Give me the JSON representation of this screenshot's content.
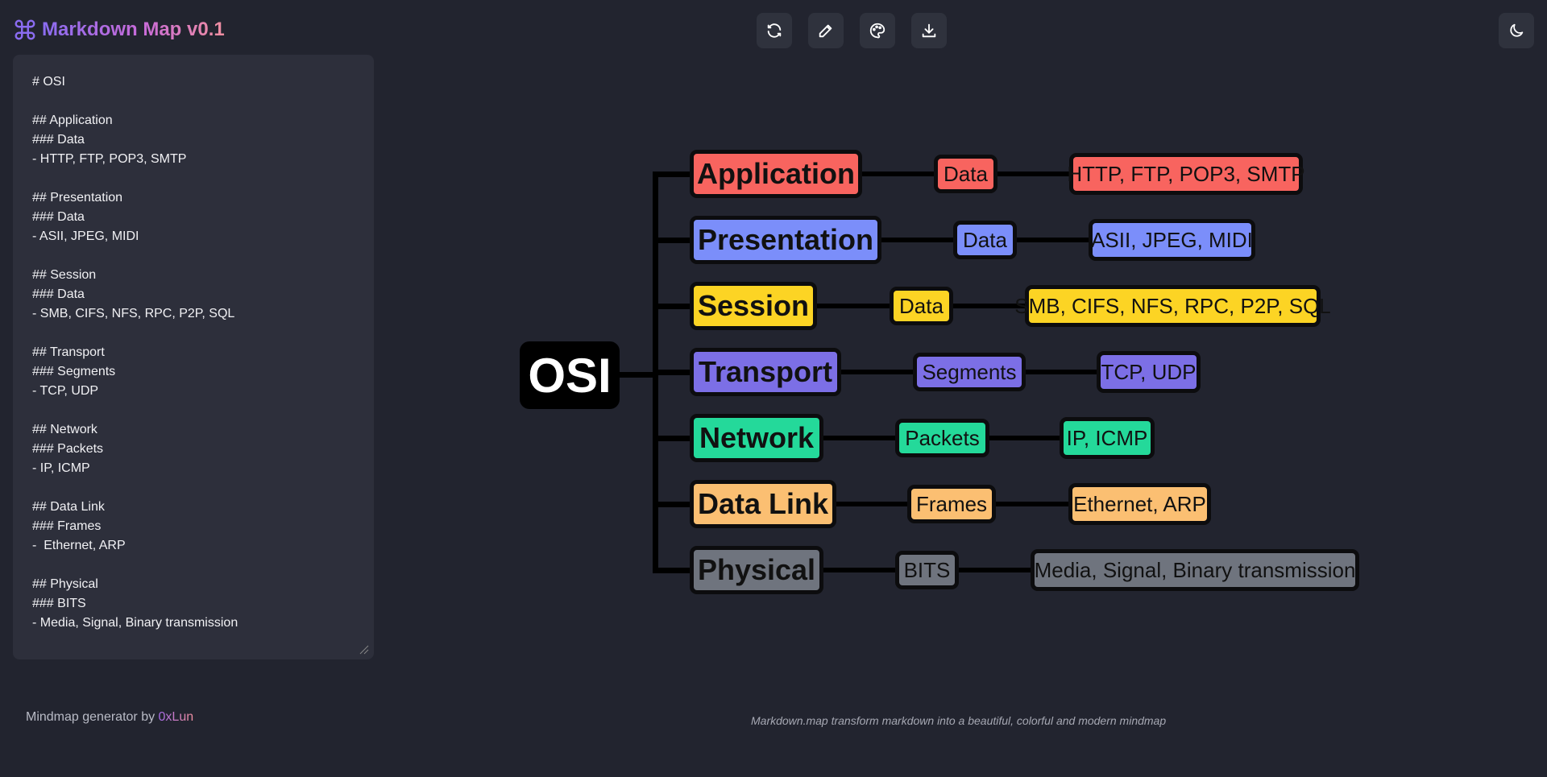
{
  "header": {
    "app_title": "Markdown Map v0.1",
    "logo_icon": "command-icon",
    "toolbar": [
      {
        "name": "refresh-button",
        "icon": "refresh-icon"
      },
      {
        "name": "edit-button",
        "icon": "pencil-icon"
      },
      {
        "name": "theme-palette-button",
        "icon": "palette-icon"
      },
      {
        "name": "download-button",
        "icon": "download-icon"
      }
    ],
    "dark_mode_icon": "moon-icon"
  },
  "editor": {
    "content": "# OSI\n\n## Application\n### Data\n- HTTP, FTP, POP3, SMTP\n\n## Presentation\n### Data\n- ASII, JPEG, MIDI\n\n## Session\n### Data\n- SMB, CIFS, NFS, RPC, P2P, SQL\n\n## Transport\n### Segments\n- TCP, UDP\n\n## Network\n### Packets\n- IP, ICMP\n\n## Data Link\n### Frames\n-  Ethernet, ARP\n\n## Physical\n### BITS\n- Media, Signal, Binary transmission"
  },
  "mindmap": {
    "root": "OSI",
    "layers": [
      {
        "name": "Application",
        "sub": "Data",
        "leaf": "HTTP, FTP, POP3, SMTP",
        "color": "#f8645f"
      },
      {
        "name": "Presentation",
        "sub": "Data",
        "leaf": "ASII, JPEG, MIDI",
        "color": "#7b8efa"
      },
      {
        "name": "Session",
        "sub": "Data",
        "leaf": "SMB, CIFS, NFS, RPC, P2P, SQL",
        "color": "#fcd424"
      },
      {
        "name": "Transport",
        "sub": "Segments",
        "leaf": "TCP, UDP",
        "color": "#7c6fe6"
      },
      {
        "name": "Network",
        "sub": "Packets",
        "leaf": "IP, ICMP",
        "color": "#24d99a"
      },
      {
        "name": "Data Link",
        "sub": "Frames",
        "leaf": "Ethernet, ARP",
        "color": "#fbbf72"
      },
      {
        "name": "Physical",
        "sub": "BITS",
        "leaf": "Media, Signal, Binary transmission",
        "color": "#6f747e"
      }
    ]
  },
  "footer": {
    "credit_prefix": "Mindmap generator by ",
    "credit_author": "0xLun",
    "tagline": "Markdown.map transform markdown into a beautiful, colorful and modern mindmap"
  }
}
